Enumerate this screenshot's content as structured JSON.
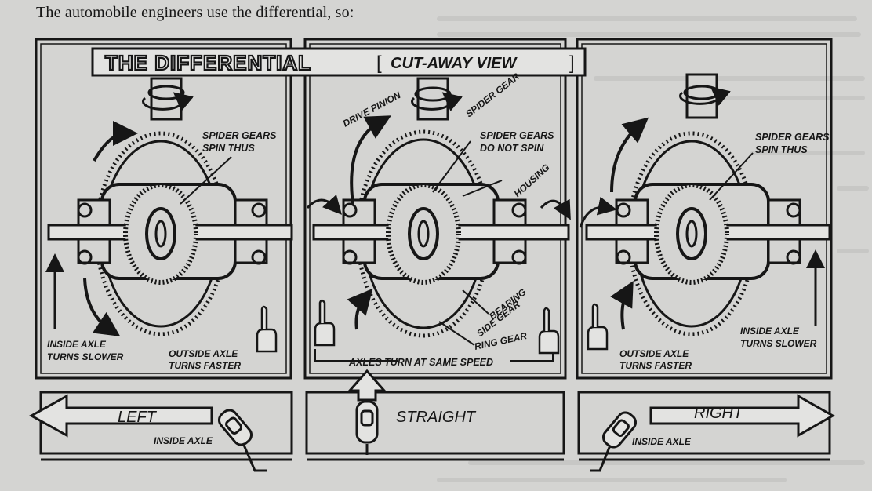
{
  "intro_text": "The automobile engineers use the differential, so:",
  "banner": {
    "title": "THE DIFFERENTIAL",
    "subtitle": "CUT-AWAY VIEW"
  },
  "panels": {
    "left": {
      "spider_label": [
        "SPIDER GEARS",
        "SPIN   THUS"
      ],
      "inside_label": [
        "INSIDE AXLE",
        "TURNS SLOWER"
      ],
      "outside_label": [
        "OUTSIDE AXLE",
        "TURNS FASTER"
      ]
    },
    "center": {
      "drive_pinion": "DRIVE PINION",
      "spider_gear": "SPIDER GEAR",
      "spider_label": [
        "SPIDER GEARS",
        "DO NOT SPIN"
      ],
      "housing": "HOUSING",
      "bearing": "BEARING",
      "side_gear": "SIDE GEAR",
      "ring_gear": "RING GEAR",
      "axles_label": "AXLES TURN AT SAME SPEED"
    },
    "right": {
      "spider_label": [
        "SPIDER GEARS",
        "SPIN THUS"
      ],
      "inside_label": [
        "INSIDE AXLE",
        "TURNS SLOWER"
      ],
      "outside_label": [
        "OUTSIDE AXLE",
        "TURNS FASTER"
      ]
    }
  },
  "direction_panels": {
    "left": {
      "direction": "LEFT",
      "axle_label": "INSIDE AXLE"
    },
    "straight": {
      "direction": "STRAIGHT"
    },
    "right": {
      "direction": "RIGHT",
      "axle_label": "INSIDE AXLE"
    }
  },
  "colors": {
    "paper": "#d4d4d2",
    "ink": "#161616",
    "faint_print": "#b9b9b7"
  }
}
